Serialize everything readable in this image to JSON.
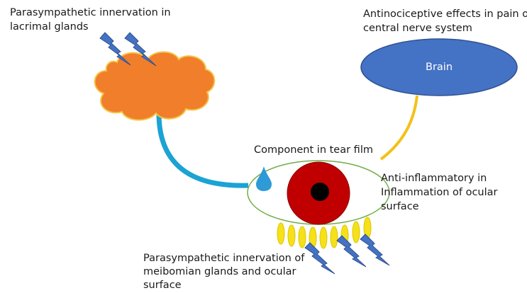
{
  "labels": {
    "lacrimal": [
      "Parasympathetic innervation in",
      "lacrimal glands"
    ],
    "cns": [
      "Antinociceptive effects in pain of",
      "central nerve system"
    ],
    "brain": "Brain",
    "tear": "Component in tear film",
    "inflammation": [
      "Anti-inflammatory in",
      "Inflammation of ocular",
      "surface"
    ],
    "meibomian": [
      "Parasympathetic innervation of",
      "meibomian glands and ocular",
      "surface"
    ]
  },
  "colors": {
    "gland_fill": "#F07E2A",
    "gland_outline": "#F5C242",
    "lightning": "#4472C4",
    "duct": "#1BA3D4",
    "brain_fill": "#4472C4",
    "brain_outline": "#2F528F",
    "nerve": "#F3C11B",
    "eye_outline": "#70AD47",
    "iris": "#C00000",
    "pupil": "#000000",
    "tear_drop": "#2E9AD6",
    "meibomian_glands": "#F5E11A"
  },
  "icons": [
    "lightning-bolt-icon",
    "tear-drop-icon",
    "cloud-gland-icon"
  ]
}
